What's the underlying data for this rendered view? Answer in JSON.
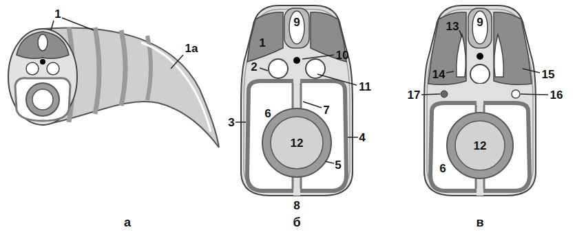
{
  "diagram": {
    "labels": [
      "1",
      "1а",
      "а",
      "9",
      "1",
      "2",
      "10",
      "3",
      "6",
      "11",
      "7",
      "4",
      "12",
      "5",
      "8",
      "б",
      "9",
      "13",
      "14",
      "15",
      "17",
      "16",
      "6",
      "12",
      "в"
    ]
  }
}
